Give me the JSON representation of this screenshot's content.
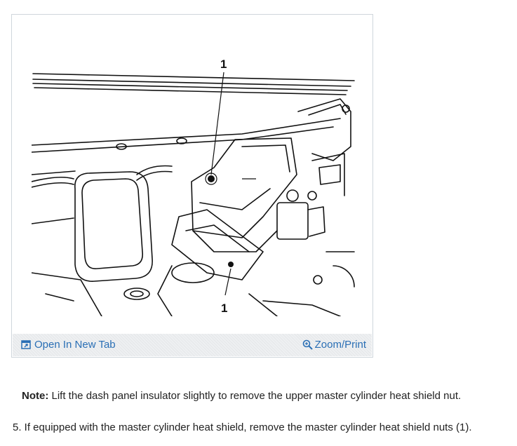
{
  "figure": {
    "callout_top": "1",
    "callout_bottom": "1"
  },
  "toolbar": {
    "open_tab_label": "Open In New Tab",
    "zoom_label": "Zoom/Print"
  },
  "note": {
    "label": "Note:",
    "text": " Lift the dash panel insulator slightly to remove the upper master cylinder heat shield nut."
  },
  "step": {
    "number": "5.",
    "text": " If equipped with the master cylinder heat shield, remove the master cylinder heat shield nuts (1)."
  },
  "icons": {
    "open_tab": "open-tab-icon",
    "zoom": "magnifier-icon"
  },
  "colors": {
    "link": "#2a6fb5",
    "frame_border": "#cfd6dc",
    "toolbar_bg": "#eef0f2"
  }
}
